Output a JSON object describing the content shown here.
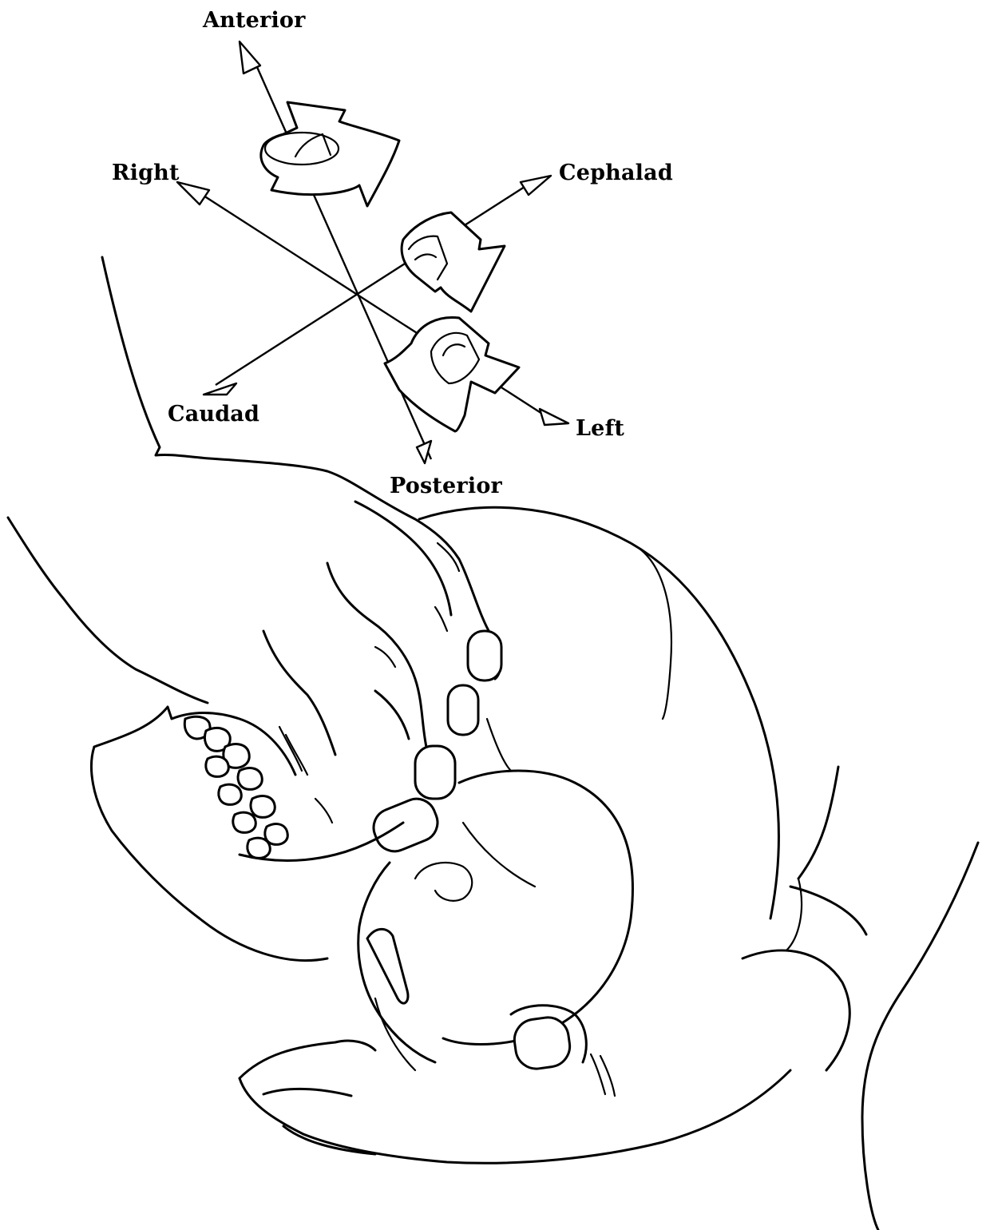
{
  "labels": {
    "anterior": "Anterior",
    "posterior": "Posterior",
    "right": "Right",
    "left": "Left",
    "cephalad": "Cephalad",
    "caudad": "Caudad"
  }
}
